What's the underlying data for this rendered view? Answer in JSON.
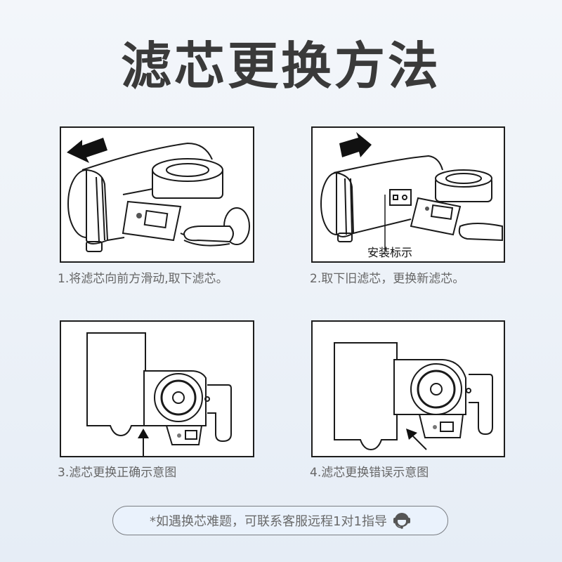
{
  "title": "滤芯更换方法",
  "steps": [
    {
      "number": "1",
      "caption": "1.将滤芯向前方滑动,取下滤芯。",
      "arrow": "left-arrow",
      "illustration": "faucet-filter-slide-off"
    },
    {
      "number": "2",
      "caption": "2.取下旧滤芯，更换新滤芯。",
      "arrow": "right-arrow",
      "illustration": "faucet-filter-slide-on",
      "label": "安装标示"
    },
    {
      "number": "3",
      "caption": "3.滤芯更换正确示意图",
      "arrow": "up-arrow",
      "illustration": "correct-alignment"
    },
    {
      "number": "4",
      "caption": "4.滤芯更换错误示意图",
      "arrow": "diagonal-arrow",
      "illustration": "incorrect-alignment"
    }
  ],
  "support": {
    "text": "*如遇换芯难题，可联系客服远程1对1指导",
    "icon": "headset-support-icon"
  },
  "colors": {
    "title": "#3a3a3a",
    "caption": "#666666",
    "frame": "#1d1d1d",
    "pill_border": "#7a7d82",
    "pill_bg": "#eaf2fc",
    "icon": "#555555"
  }
}
